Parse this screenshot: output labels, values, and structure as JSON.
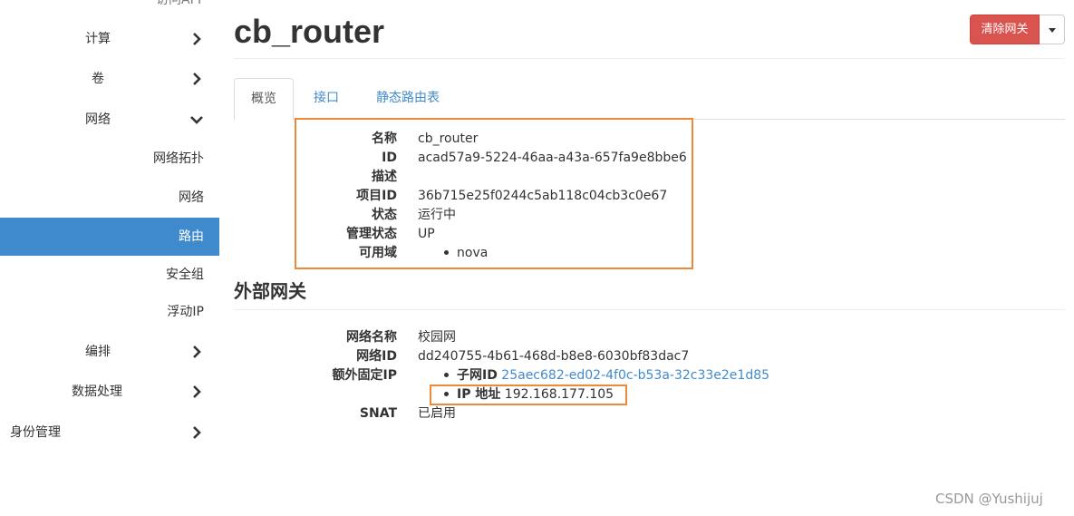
{
  "sidebar": {
    "cut_top_label": "访问API",
    "items": [
      {
        "label": "计算",
        "chevron": "right"
      },
      {
        "label": "卷",
        "chevron": "right"
      },
      {
        "label": "网络",
        "chevron": "down"
      }
    ],
    "network_sub": [
      {
        "label": "网络拓扑"
      },
      {
        "label": "网络"
      },
      {
        "label": "路由",
        "active": true
      },
      {
        "label": "安全组"
      },
      {
        "label": "浮动IP"
      }
    ],
    "items_after": [
      {
        "label": "编排",
        "chevron": "right"
      },
      {
        "label": "数据处理",
        "chevron": "right"
      },
      {
        "label": "身份管理",
        "chevron": "right"
      }
    ]
  },
  "page": {
    "title": "cb_router",
    "action_button": "清除网关"
  },
  "tabs": [
    {
      "label": "概览",
      "active": true
    },
    {
      "label": "接口"
    },
    {
      "label": "静态路由表"
    }
  ],
  "overview": {
    "name_label": "名称",
    "name": "cb_router",
    "id_label": "ID",
    "id": "acad57a9-5224-46aa-a43a-657fa9e8bbe6",
    "desc_label": "描述",
    "desc": "",
    "project_label": "项目ID",
    "project": "36b715e25f0244c5ab118c04cb3c0e67",
    "status_label": "状态",
    "status": "运行中",
    "admin_label": "管理状态",
    "admin": "UP",
    "az_label": "可用域",
    "az": "nova"
  },
  "gateway": {
    "section_title": "外部网关",
    "net_name_label": "网络名称",
    "net_name": "校园网",
    "net_id_label": "网络ID",
    "net_id": "dd240755-4b61-468d-b8e8-6030bf83dac7",
    "fixed_ip_label": "额外固定IP",
    "subnet_label": "子网ID",
    "subnet_id": "25aec682-ed02-4f0c-b53a-32c33e2e1d85",
    "ip_label": "IP 地址",
    "ip": "192.168.177.105",
    "snat_label": "SNAT",
    "snat": "已启用"
  },
  "colors": {
    "accent": "#3e8acc",
    "danger": "#d9534f",
    "highlight": "#ed8a3a",
    "link": "#428bca"
  },
  "watermark": "CSDN @Yushijuj"
}
